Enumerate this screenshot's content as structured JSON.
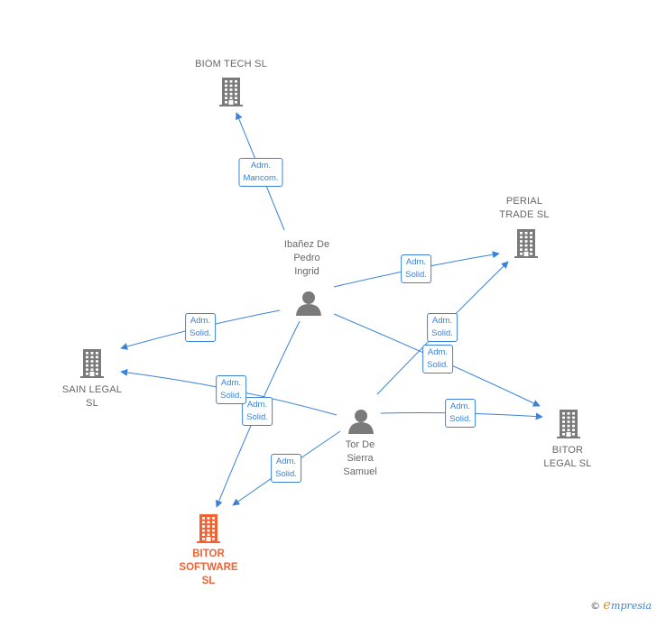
{
  "nodes": [
    {
      "id": "biom",
      "type": "company",
      "label": "BIOM TECH  SL"
    },
    {
      "id": "perial",
      "type": "company",
      "label": "PERIAL\nTRADE  SL"
    },
    {
      "id": "sain",
      "type": "company",
      "label": "SAIN LEGAL\nSL"
    },
    {
      "id": "bitorlegal",
      "type": "company",
      "label": "BITOR\nLEGAL  SL"
    },
    {
      "id": "bitorsoft",
      "type": "focus",
      "label": "BITOR\nSOFTWARE\nSL"
    },
    {
      "id": "ibanez",
      "type": "person",
      "label": "Ibañez De\nPedro\nIngrid"
    },
    {
      "id": "tor",
      "type": "person",
      "label": "Tor De\nSierra\nSamuel"
    }
  ],
  "edges": [
    {
      "from": "ibanez",
      "to": "biom",
      "label": "Adm.\nMancom."
    },
    {
      "from": "ibanez",
      "to": "perial",
      "label": "Adm.\nSolid."
    },
    {
      "from": "ibanez",
      "to": "sain",
      "label": "Adm.\nSolid."
    },
    {
      "from": "ibanez",
      "to": "bitorlegal",
      "label": "Adm.\nSolid."
    },
    {
      "from": "ibanez",
      "to": "bitorsoft",
      "label": "Adm.\nSolid."
    },
    {
      "from": "tor",
      "to": "perial",
      "label": "Adm.\nSolid."
    },
    {
      "from": "tor",
      "to": "sain",
      "label": "Adm.\nSolid."
    },
    {
      "from": "tor",
      "to": "bitorlegal",
      "label": "Adm.\nSolid."
    },
    {
      "from": "tor",
      "to": "bitorsoft",
      "label": "Adm.\nSolid."
    }
  ],
  "colors": {
    "edge": "#3a82d8",
    "company": "#7a7a7a",
    "focus": "#ee6233",
    "person": "#7a7a7a"
  },
  "icons": {
    "company": "building-icon",
    "person": "person-icon"
  },
  "watermark": {
    "copyright": "©",
    "brand_initial": "e",
    "brand_rest": "mpresia"
  }
}
